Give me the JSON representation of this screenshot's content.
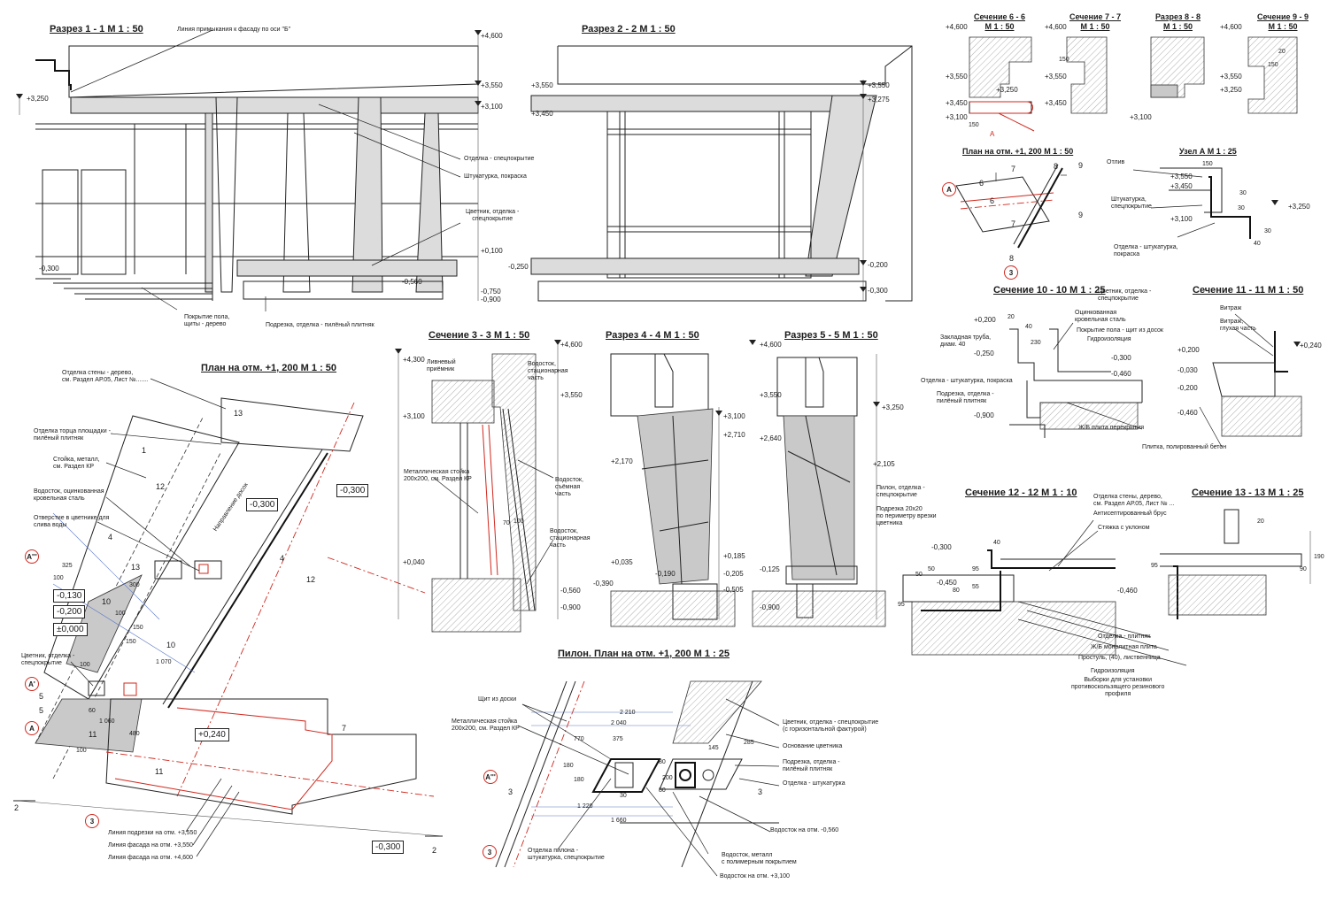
{
  "titles": {
    "s1": "Разрез 1 - 1   М 1  :  50",
    "s2": "Разрез 2 - 2   М 1  :  50",
    "s3": "Сечение  3 - 3   М 1  :  50",
    "s4": "Разрез  4 - 4   М 1  :  50",
    "s5": "Разрез  5 - 5   М 1  :  50",
    "plan": "План на отм. +1, 200   М 1  :  50",
    "pilon": "Пилон. План на отм. +1, 200   М 1  :  25",
    "s6": "Сечение 6 - 6\nМ 1 : 50",
    "s7": "Сечение 7 - 7\nМ 1 : 50",
    "s8": "Разрез 8 - 8\nМ 1 : 50",
    "s9": "Сечение 9 - 9\nМ 1 : 50",
    "plansmall": "План на отм. +1, 200   М 1  :  50",
    "uzel": "Узел А   М 1 : 25",
    "s10": "Сечение 10 - 10   М 1  :  25",
    "s11": "Сечение 11 - 11   М 1  :  50",
    "s12": "Сечение 12 - 12   М 1  :  10",
    "s13": "Сечение 13 - 13   М 1  :  25"
  },
  "levels": {
    "s1": [
      "+4,600",
      "+3,550",
      "+3,100",
      "+3,250",
      "+0,100",
      "-0,300",
      "-0,250",
      "-0,560",
      "-0,750",
      "-0,900"
    ],
    "s2": [
      "+3,550",
      "+3,450",
      "+3,550",
      "+3,275",
      "-0,200",
      "-0,300"
    ],
    "s3": [
      "+4,600",
      "+4,300",
      "+3,550",
      "+3,100",
      "+0,040",
      "-0,560",
      "-0,900"
    ],
    "s4": [
      "+3,100",
      "+2,710",
      "+2,170",
      "+0,035",
      "+0,185",
      "-0,205",
      "-0,390",
      "-0,190",
      "-0,505"
    ],
    "s5": [
      "+4,600",
      "+3,550",
      "+3,250",
      "+2,640",
      "+2,105",
      "-0,125",
      "-0,900"
    ],
    "s6": [
      "+4,600",
      "+3,550",
      "+3,450",
      "+3,250",
      "+3,100"
    ],
    "s7": [
      "+4,600",
      "+3,550",
      "+3,450",
      "+3,100"
    ],
    "s9": [
      "+4,600",
      "+3,550",
      "+3,250"
    ],
    "uzel": [
      "+3,550",
      "+3,450",
      "+3,100",
      "+3,250"
    ],
    "s10": [
      "+0,200",
      "-0,250",
      "-0,300",
      "-0,460",
      "-0,900"
    ],
    "s11": [
      "+0,240",
      "+0,200",
      "-0,030",
      "-0,200",
      "-0,460"
    ],
    "s12": [
      "-0,300",
      "-0,460",
      "-0,450"
    ]
  },
  "labels": {
    "s1_line": "Линия примыкания к фасаду по оси \"Б\"",
    "s1_otdelka": "Отделка - спецпокрытие",
    "s1_shtuk": "Штукатурка, покраска",
    "s1_tsvetnik": "Цветник, отделка -\nспецпокрытие",
    "s1_floor": "Покрытие пола,\nщиты - дерево",
    "s1_podrezka": "Подрезка, отделка - пилёный плитняк",
    "s3_liv": "Ливневый\nприёмник",
    "s3_vod1": "Водосток,\nстационарная\nчасть",
    "s3_metal": "Металлическая стойка\n200x200, см. Раздел КР",
    "s3_vod2": "Водосток,\nсъёмная\nчасть",
    "s3_vod3": "Водосток,\nстационарная\nчасть",
    "s5_pilon": "Пилон, отделка -\nспецпокрытие",
    "s5_podrezka": "Подрезка 20х20\nпо периметру врезки\nцветника",
    "plan_otd_wall": "Отделка стены - дерево,\nсм. Раздел АР.05, Лист №.......",
    "plan_torets": "Отделка торца площадки -\nпилёный плитняк",
    "plan_stoyka": "Стойка, металл,\nсм. Раздел КР",
    "plan_vodostok": "Водосток, оцинкованная\nкровельная сталь",
    "plan_otverstie": "Отверстие в цветнике для\nслива воды",
    "plan_tsvetnik": "Цветник, отделка -\nспецпокрытие",
    "plan_line1": "Линия подрезки на отм. +3,550",
    "plan_line2": "Линия фасада на отм. +3,550",
    "plan_line3": "Линия фасада на отм. +4,600",
    "plan_diag": "Направление досок",
    "pilon_shchit": "Щит из доски",
    "pilon_metal": "Металлическая стойка\n200x200, см. Раздел КР",
    "pilon_tsvetnik": "Цветник, отделка - спецпокрытие\n(с горизонтальной фактурой)",
    "pilon_osnov": "Основание цветника",
    "pilon_podrezka": "Подрезка, отделка -\nпилёный плитняк",
    "pilon_shtuk": "Отделка - штукатурка",
    "pilon_otd": "Отделка пилона -\nштукатурка, спецпокрытие",
    "pilon_vod560": "Водосток на отм. -0,560",
    "pilon_vodmetal": "Водосток, металл\nс полимерным покрытием",
    "pilon_vod3100": "Водосток на отм. +3,100",
    "uzel_otliv": "Отлив",
    "uzel_shtuk": "Штукатурка,\nспецпокрытие",
    "uzel_otd": "Отделка - штукатурка,\nпокраска",
    "s10_tsvetnik": "Цветник, отделка -\nспецпокрытие",
    "s10_ocink": "Оцинкованная\nкровельная сталь",
    "s10_pokr": "Покрытие пола - щит из досок",
    "s10_gidro": "Гидроизоляция",
    "s10_truba": "Закладная труба,\nдиам. 40",
    "s10_shtuk": "Отделка - штукатурка, покраска",
    "s10_podrezka": "Подрезка, отделка -\nпилёный плитняк",
    "s10_plita": "Ж/Б плита перекрытия",
    "s11_vitrazh": "Витраж",
    "s11_glukh": "Витраж,\nглухая часть",
    "s11_plitka": "Плитка, полированный бетон",
    "s12_otd_wall": "Отделка стены, дерево,\nсм. Раздел АР.05, Лист № ...",
    "s12_antisept": "Антисептированный брус",
    "s12_styazhka": "Стяжка с уклоном",
    "s12_plitnyak": "Отделка - плитняк",
    "s12_monolit": "Ж/Б монолитная плита",
    "s12_prostul": "Простуль, (40), лиственница",
    "s12_gidro": "Гидроизоляция",
    "s12_vyborki": "Выборки для установки\nпротивоскользящего резинового\nпрофиля"
  },
  "plan": {
    "boxes": [
      "-0,300",
      "-0,300",
      "-0,130",
      "-0,200",
      "±0,000",
      "+0,240",
      "-0,300"
    ],
    "axes": [
      "А'''",
      "А'",
      "А",
      "3"
    ],
    "sections": [
      "13",
      "12",
      "13",
      "12",
      "11",
      "11",
      "10",
      "10",
      "5",
      "5",
      "4",
      "4",
      "2",
      "2",
      "1",
      "7"
    ],
    "dims": [
      "325",
      "100",
      "300",
      "100",
      "150",
      "150",
      "1 070",
      "1 060",
      "480",
      "100",
      "100",
      "60"
    ]
  },
  "small_plan": {
    "axes": [
      "А",
      "3"
    ],
    "sections": [
      "6",
      "6",
      "7",
      "7",
      "8",
      "8",
      "9",
      "9"
    ]
  },
  "pilon": {
    "dims": [
      "2 210",
      "2 040",
      "770",
      "375",
      "180",
      "180",
      "1 220",
      "1 660",
      "80",
      "200",
      "80",
      "30",
      "145",
      "285"
    ],
    "axes": [
      "А'''",
      "3"
    ],
    "sections": [
      "3",
      "3"
    ]
  },
  "detail_dims": {
    "s6": [
      "150"
    ],
    "s7": [
      "150"
    ],
    "s9": [
      "20",
      "150"
    ],
    "uzel": [
      "150",
      "30",
      "30",
      "40",
      "30"
    ],
    "s3": [
      "70",
      "100"
    ],
    "s10": [
      "20",
      "40",
      "230"
    ],
    "s12": [
      "40",
      "50",
      "50",
      "95",
      "55",
      "80",
      "95"
    ],
    "s13": [
      "20",
      "95",
      "190",
      "90"
    ]
  },
  "marks": {
    "red_a": "А"
  }
}
